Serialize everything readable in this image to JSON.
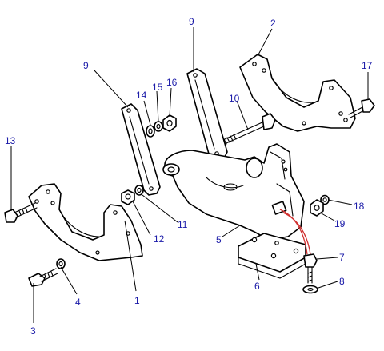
{
  "theme": {
    "callout_color": "#1a1aa8",
    "line_color": "#000000",
    "wire_color": "#d03030"
  },
  "callouts": [
    {
      "id": "c1",
      "text": "1"
    },
    {
      "id": "c2",
      "text": "2"
    },
    {
      "id": "c3",
      "text": "3"
    },
    {
      "id": "c4",
      "text": "4"
    },
    {
      "id": "c5",
      "text": "5"
    },
    {
      "id": "c6",
      "text": "6"
    },
    {
      "id": "c7",
      "text": "7"
    },
    {
      "id": "c8",
      "text": "8"
    },
    {
      "id": "c9a",
      "text": "9"
    },
    {
      "id": "c9b",
      "text": "9"
    },
    {
      "id": "c10",
      "text": "10"
    },
    {
      "id": "c11",
      "text": "11"
    },
    {
      "id": "c12",
      "text": "12"
    },
    {
      "id": "c13",
      "text": "13"
    },
    {
      "id": "c14",
      "text": "14"
    },
    {
      "id": "c15",
      "text": "15"
    },
    {
      "id": "c16",
      "text": "16"
    },
    {
      "id": "c17",
      "text": "17"
    },
    {
      "id": "c18",
      "text": "18"
    },
    {
      "id": "c19",
      "text": "19"
    }
  ]
}
